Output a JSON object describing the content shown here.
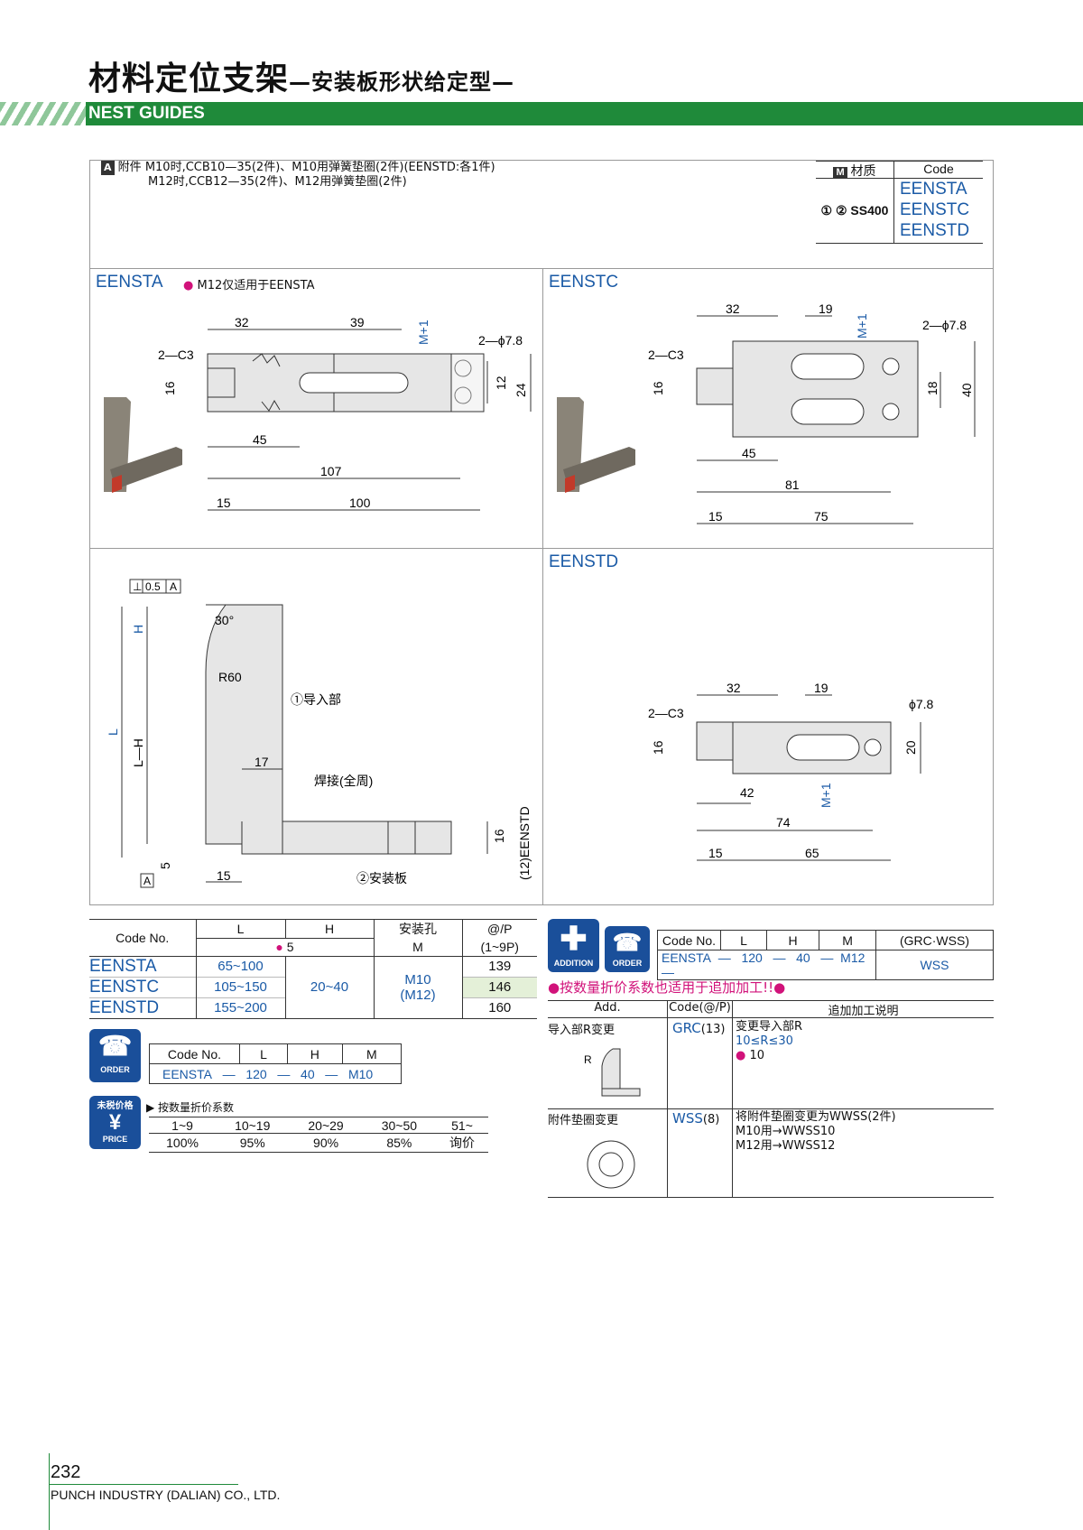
{
  "header": {
    "title": "材料定位支架",
    "subtitle": "—安装板形状给定型—",
    "section": "NEST GUIDES"
  },
  "accessory": {
    "badge": "A",
    "label": "附件",
    "line1": "M10时,CCB10—35(2件)、M10用弹簧垫圈(2件)(EENSTD:各1件)",
    "line2": "M12时,CCB12—35(2件)、M12用弹簧垫圈(2件)"
  },
  "material": {
    "badge": "M",
    "header_material": "材质",
    "header_code": "Code",
    "material": "① ② SS400",
    "codes": [
      "EENSTA",
      "EENSTC",
      "EENSTD"
    ]
  },
  "diagrams": {
    "eensta": {
      "title": "EENSTA",
      "note": "M12仅适用于EENSTA",
      "dims": [
        "32",
        "39",
        "M+1",
        "2—ϕ7.8",
        "2—C3",
        "16",
        "12",
        "24",
        "45",
        "107",
        "15",
        "100"
      ]
    },
    "eenstc": {
      "title": "EENSTC",
      "dims": [
        "32",
        "19",
        "M+1",
        "2—ϕ7.8",
        "2—C3",
        "16",
        "18",
        "40",
        "45",
        "81",
        "15",
        "75"
      ]
    },
    "side": {
      "tolerance": "0.5",
      "datum": "A",
      "angle": "30°",
      "radius": "R60",
      "part1": "①导入部",
      "weld": "焊接(全周)",
      "part2": "②安装板",
      "dims": [
        "H",
        "L",
        "L—H",
        "17",
        "5",
        "15",
        "16",
        "(12)EENSTD"
      ]
    },
    "eenstd": {
      "title": "EENSTD",
      "dims": [
        "32",
        "19",
        "ϕ7.8",
        "2—C3",
        "16",
        "20",
        "42",
        "M+1",
        "74",
        "15",
        "65"
      ]
    }
  },
  "spec_table": {
    "headers": [
      "Code No.",
      "L",
      "H",
      "安装孔",
      "M",
      "@/P",
      "(1~9P)"
    ],
    "increment": "5",
    "rows": [
      {
        "code": "EENSTA",
        "L": "65~100",
        "price": "139"
      },
      {
        "code": "EENSTC",
        "L": "105~150",
        "price": "146"
      },
      {
        "code": "EENSTD",
        "L": "155~200",
        "price": "160"
      }
    ],
    "H": "20~40",
    "M": "M10",
    "M_alt": "(M12)"
  },
  "order": {
    "icon": "ORDER",
    "headers": [
      "Code No.",
      "L",
      "H",
      "M"
    ],
    "values": [
      "EENSTA",
      "—",
      "120",
      "—",
      "40",
      "—",
      "M10"
    ]
  },
  "price": {
    "icon_top": "未税价格",
    "icon_bottom": "PRICE",
    "label": "▶ 按数量折价系数",
    "qty": [
      "1~9",
      "10~19",
      "20~29",
      "30~50",
      "51~"
    ],
    "rate": [
      "100%",
      "95%",
      "90%",
      "85%",
      "询价"
    ]
  },
  "addition": {
    "icon_add": "ADDITION",
    "icon_order": "ORDER",
    "headers": [
      "Code No.",
      "L",
      "H",
      "M",
      "(GRC·WSS)"
    ],
    "values": [
      "EENSTA",
      "—",
      "120",
      "—",
      "40",
      "—",
      "M12",
      "—",
      "WSS"
    ],
    "note": "●按数量折价系数也适用于追加加工!!●",
    "table_headers": [
      "Add.",
      "Code(@/P)",
      "追加加工说明"
    ],
    "rows": [
      {
        "name": "导入部R变更",
        "code": "GRC",
        "price": "(13)",
        "desc": "变更导入部R",
        "range": "10≤R≤30",
        "inc": "10",
        "fig": "R"
      },
      {
        "name": "附件垫圈变更",
        "code": "WSS",
        "price": "(8)",
        "desc": "将附件垫圈变更为WWSS(2件)",
        "l2": "M10用→WWSS10",
        "l3": "M12用→WWSS12"
      }
    ]
  },
  "footer": {
    "page": "232",
    "company": "PUNCH INDUSTRY (DALIAN) CO., LTD."
  }
}
